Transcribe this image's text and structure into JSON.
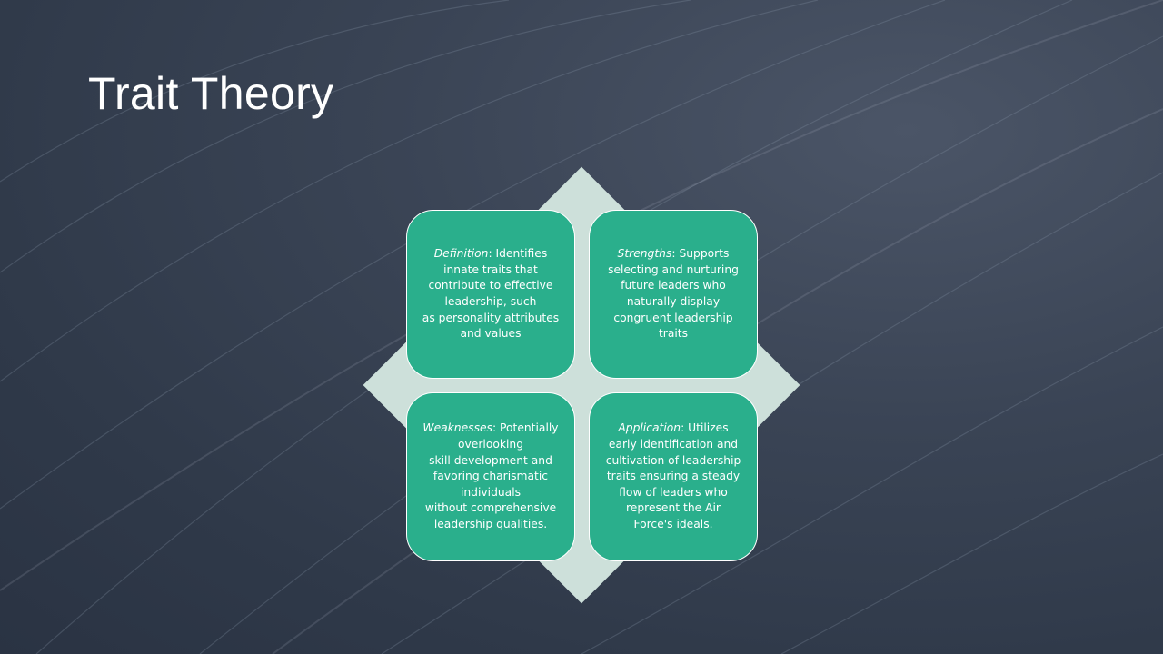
{
  "slide": {
    "title": "Trait Theory"
  },
  "cards": [
    {
      "term": "Definition",
      "text": ": Identifies\ninnate traits that\ncontribute to effective\nleadership, such\nas personality attributes\nand values"
    },
    {
      "term": "Strengths",
      "text": ": Supports\nselecting and nurturing\nfuture leaders who\nnaturally display\ncongruent leadership\ntraits"
    },
    {
      "term": "Weaknesses",
      "text": ": Potentially\noverlooking\nskill development and\nfavoring charismatic\nindividuals\nwithout comprehensive\nleadership qualities."
    },
    {
      "term": "Application",
      "text": ": Utilizes\nearly identification and\ncultivation of leadership\ntraits ensuring a steady\nflow of leaders who\nrepresent the Air\nForce's ideals."
    }
  ],
  "colors": {
    "background": "#323c4c",
    "card_fill": "#2aaf8c",
    "diamond_fill": "#cde0da",
    "text": "#ffffff"
  }
}
